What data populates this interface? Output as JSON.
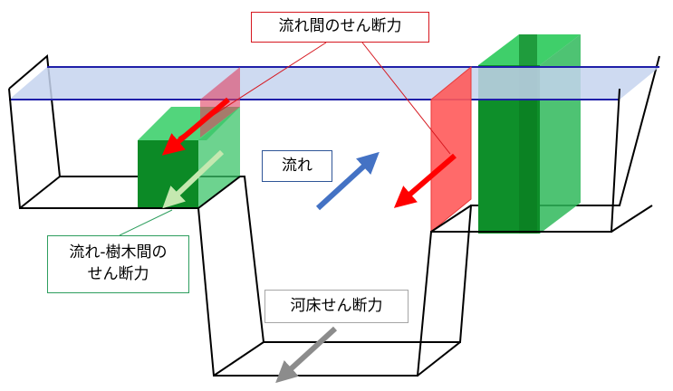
{
  "labels": {
    "between_channels_shear": "流れ間のせん断力",
    "flow": "流れ",
    "flow_tree_shear": "流れ-樹木間の\nせん断力",
    "bed_shear": "河床せん断力"
  },
  "colors": {
    "water": "#c6d4ef",
    "water_line": "#1f1fa8",
    "tree_dark": "#0a8c1e",
    "tree_light": "#2ec25a",
    "interface": "#ff5a5a",
    "shear_red": "#ff0000",
    "flow_arrow": "#4472c4",
    "tree_arrow": "#c5e8b0",
    "bed_arrow": "#8c8c8c",
    "label_red": "#d6171f",
    "label_blue": "#2f5597",
    "label_green": "#2e9e5e",
    "label_gray": "#a6a6a6"
  }
}
